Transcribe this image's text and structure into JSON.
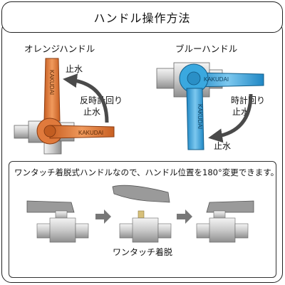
{
  "header": {
    "title": "ハンドル操作方法"
  },
  "orange": {
    "title": "オレンジハンドル",
    "top_label": "止水",
    "rotate_label_1": "反時計回り",
    "rotate_label_2": "止水",
    "brand": "KAKUDAI",
    "color": "#e07a3c"
  },
  "blue": {
    "title": "ブルーハンドル",
    "rotate_label_1": "時計回り",
    "rotate_label_2": "止水",
    "bottom_label": "止水",
    "brand": "KAKUDAI",
    "color": "#3aa8df"
  },
  "bottom": {
    "note": "ワンタッチ着脱式ハンドルなので、ハンドル位置を180°変更できます。",
    "caption": "ワンタッチ着脱"
  }
}
